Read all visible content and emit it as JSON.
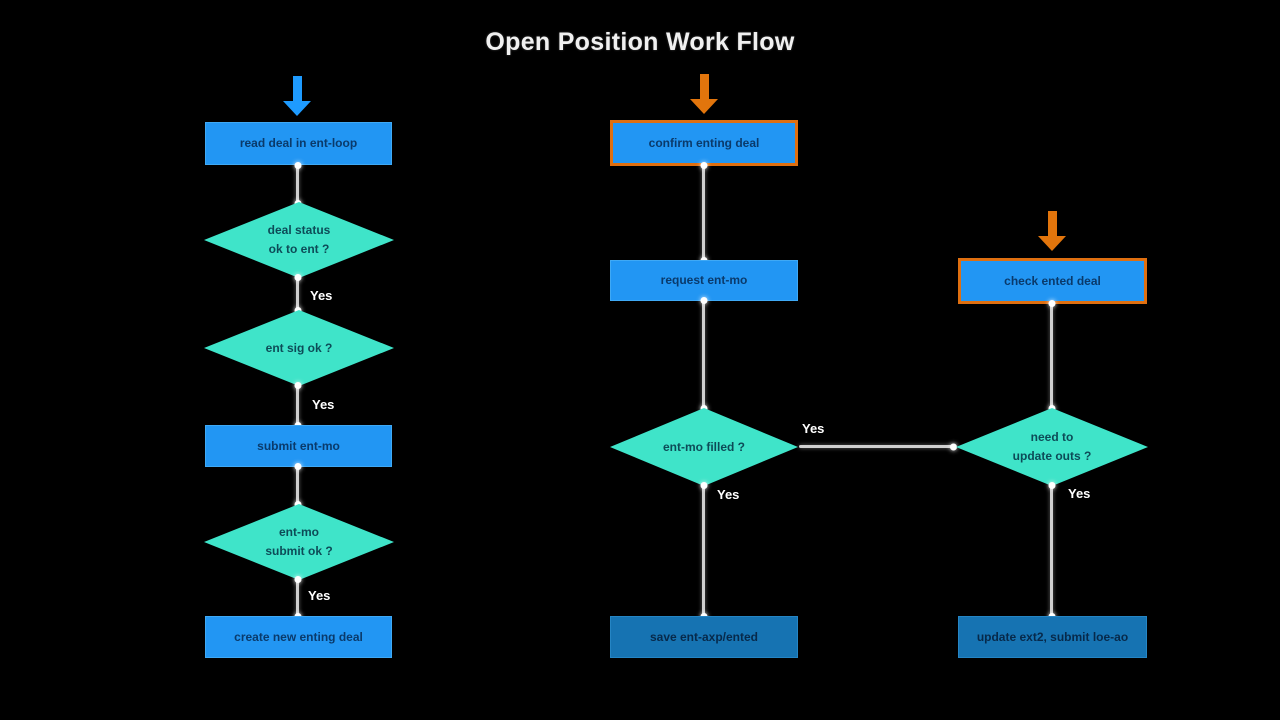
{
  "title": "Open Position Work Flow",
  "yes": "Yes",
  "colors": {
    "background": "#000000",
    "process_fill": "#2296F3",
    "process_dark_fill": "#1673B2",
    "decision_fill": "#3FE4C9",
    "highlight_border": "#DF6F10",
    "entry_arrow_blue": "#1E9BFF",
    "entry_arrow_orange": "#E2750C",
    "connector": "#CFCFCF",
    "label_text": "#FFFFFF"
  },
  "left_branch": {
    "read_deal": "read deal in ent-loop",
    "deal_status": "deal status\nok to ent ?",
    "ent_sig": "ent sig ok ?",
    "submit_entmo": "submit ent-mo",
    "entmo_submit": "ent-mo\nsubmit ok ?",
    "create_new": "create new enting deal"
  },
  "middle_branch": {
    "confirm": "confirm enting deal",
    "request": "request ent-mo",
    "filled": "ent-mo filled ?",
    "save": "save ent-axp/ented"
  },
  "right_branch": {
    "check": "check ented deal",
    "need_update": "need to\nupdate outs ?",
    "update": "update ext2, submit loe-ao"
  }
}
